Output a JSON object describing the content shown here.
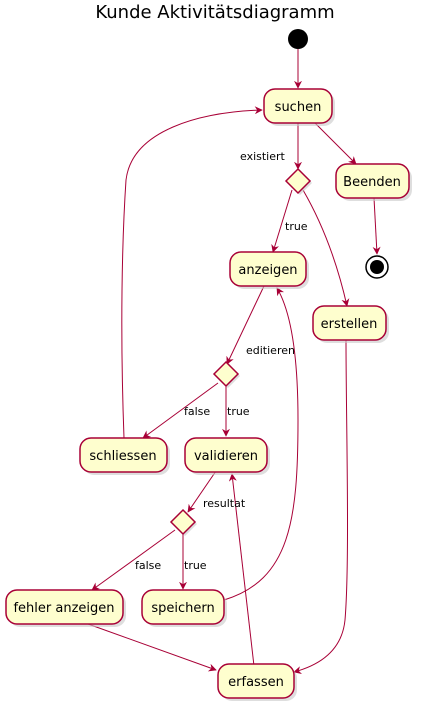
{
  "title": "Kunde Aktivitätsdiagramm",
  "colors": {
    "node_fill": "#FEFECE",
    "border": "#A80036",
    "start": "#000000"
  },
  "nodes": {
    "suchen": "suchen",
    "beenden": "Beenden",
    "anzeigen": "anzeigen",
    "erstellen": "erstellen",
    "schliessen": "schliessen",
    "validieren": "validieren",
    "fehler_anzeigen": "fehler anzeigen",
    "speichern": "speichern",
    "erfassen": "erfassen"
  },
  "labels": {
    "existiert": "existiert",
    "true_anzeigen": "true",
    "editieren": "editieren",
    "false_schliessen": "false",
    "true_validieren": "true",
    "resultat": "resultat",
    "false_fehler": "false",
    "true_speichern": "true"
  }
}
